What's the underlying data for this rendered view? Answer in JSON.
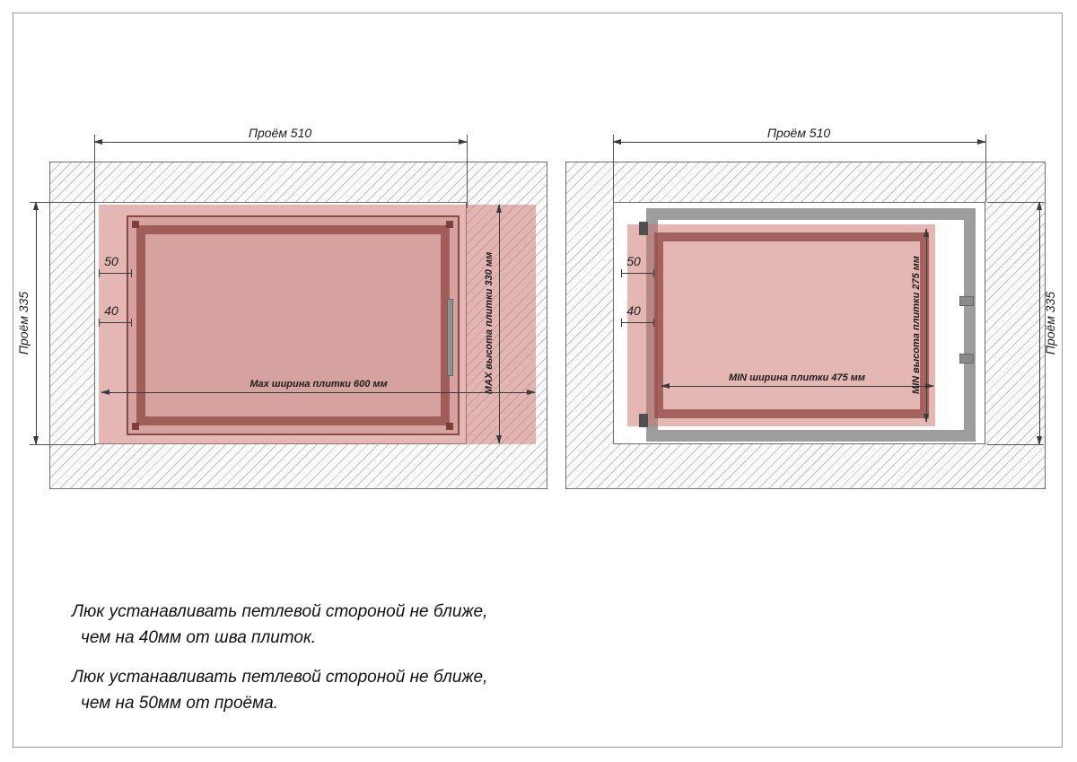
{
  "left": {
    "opening_width": "Проём 510",
    "opening_height": "Проём 335",
    "tile_width": "Max ширина плитки 600 мм",
    "tile_height": "MAX высота плитки 330 мм",
    "offset_hinge": "50",
    "offset_seam": "40"
  },
  "right": {
    "opening_width": "Проём 510",
    "opening_height": "Проём 335",
    "tile_width": "MIN ширина плитки 475 мм",
    "tile_height": "MIN высота плитки 275 мм",
    "offset_hinge": "50",
    "offset_seam": "40"
  },
  "notes": [
    {
      "line1": "Люк устанавливать петлевой стороной не ближе,",
      "line2": "чем на 40мм от шва плиток."
    },
    {
      "line1": "Люк устанавливать петлевой стороной не ближе,",
      "line2": "чем на 50мм от проёма."
    }
  ],
  "colors": {
    "tile_pink": "#dba49f",
    "frame_red": "#94504b",
    "gray_frame": "#9d9d9d",
    "hatch_line": "#c3c3c3",
    "dimension_line": "#3a3a3a"
  }
}
